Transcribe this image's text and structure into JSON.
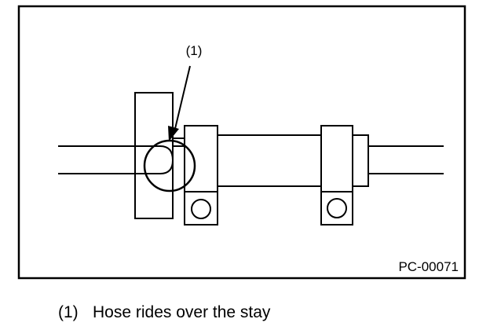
{
  "figure": {
    "code": "PC-00071",
    "callouts": [
      {
        "id": "(1)",
        "description": "Hose rides over the stay"
      }
    ]
  },
  "legend": [
    {
      "number": "(1)",
      "text": "Hose rides over the stay"
    }
  ]
}
